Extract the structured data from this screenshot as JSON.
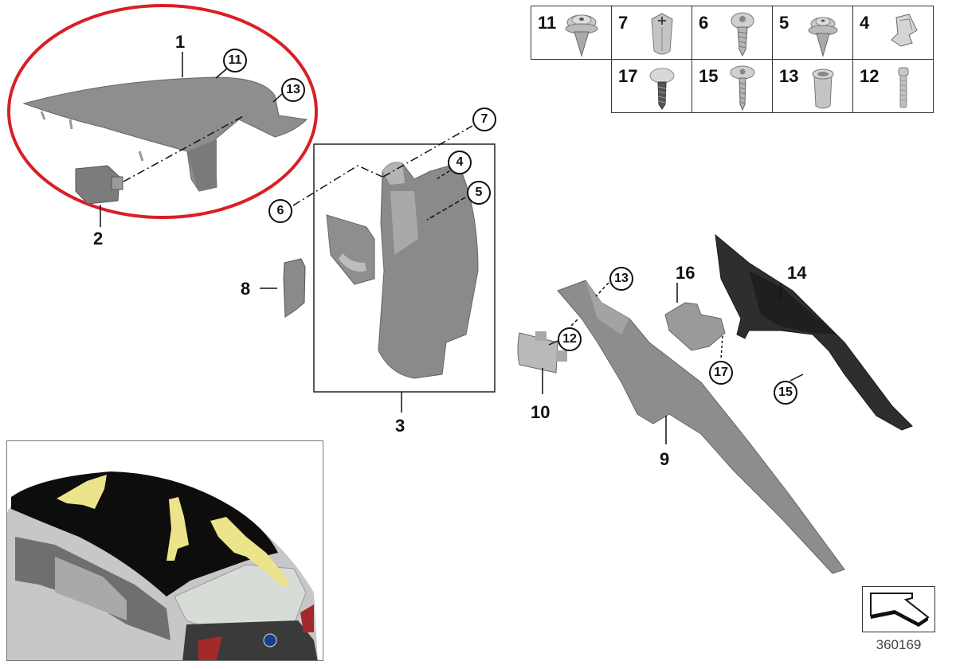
{
  "diagram": {
    "type": "exploded-parts-diagram",
    "subject": "Rear trim panels / pillar covers",
    "diagram_code": "360169",
    "highlight_color": "#d91f26",
    "part_color": "#8a8a8a",
    "dark_part_color": "#2e2e2e",
    "inset_highlight_color": "#ece48a"
  },
  "fastener_table": {
    "row1": [
      {
        "number": "11",
        "icon": "push-rivet-clip-icon"
      },
      {
        "number": "7",
        "icon": "expanding-nut-icon"
      },
      {
        "number": "6",
        "icon": "torx-screw-washer-icon"
      },
      {
        "number": "5",
        "icon": "push-rivet-clip-icon"
      },
      {
        "number": "4",
        "icon": "spring-clip-icon"
      }
    ],
    "row2": [
      {
        "number": "17",
        "icon": "mushroom-head-screw-icon"
      },
      {
        "number": "15",
        "icon": "torx-screw-flange-icon"
      },
      {
        "number": "13",
        "icon": "sleeve-nut-icon"
      },
      {
        "number": "12",
        "icon": "socket-head-bolt-icon"
      }
    ]
  },
  "callouts": {
    "main_numbers": {
      "p1": "1",
      "p2": "2",
      "p3": "3",
      "p8": "8",
      "p9": "9",
      "p10": "10",
      "p14": "14",
      "p16": "16"
    },
    "circled": {
      "c11_top": "11",
      "c13_top": "13",
      "c7": "7",
      "c4": "4",
      "c5": "5",
      "c6": "6",
      "c13_right": "13",
      "c12": "12",
      "c17": "17",
      "c15": "15"
    }
  },
  "inset": {
    "description": "Vehicle overview with highlighted trim locations",
    "badge_icon": "bmw-logo-icon"
  },
  "orientation_badge": {
    "icon": "orientation-arrow-icon",
    "code": "360169"
  }
}
